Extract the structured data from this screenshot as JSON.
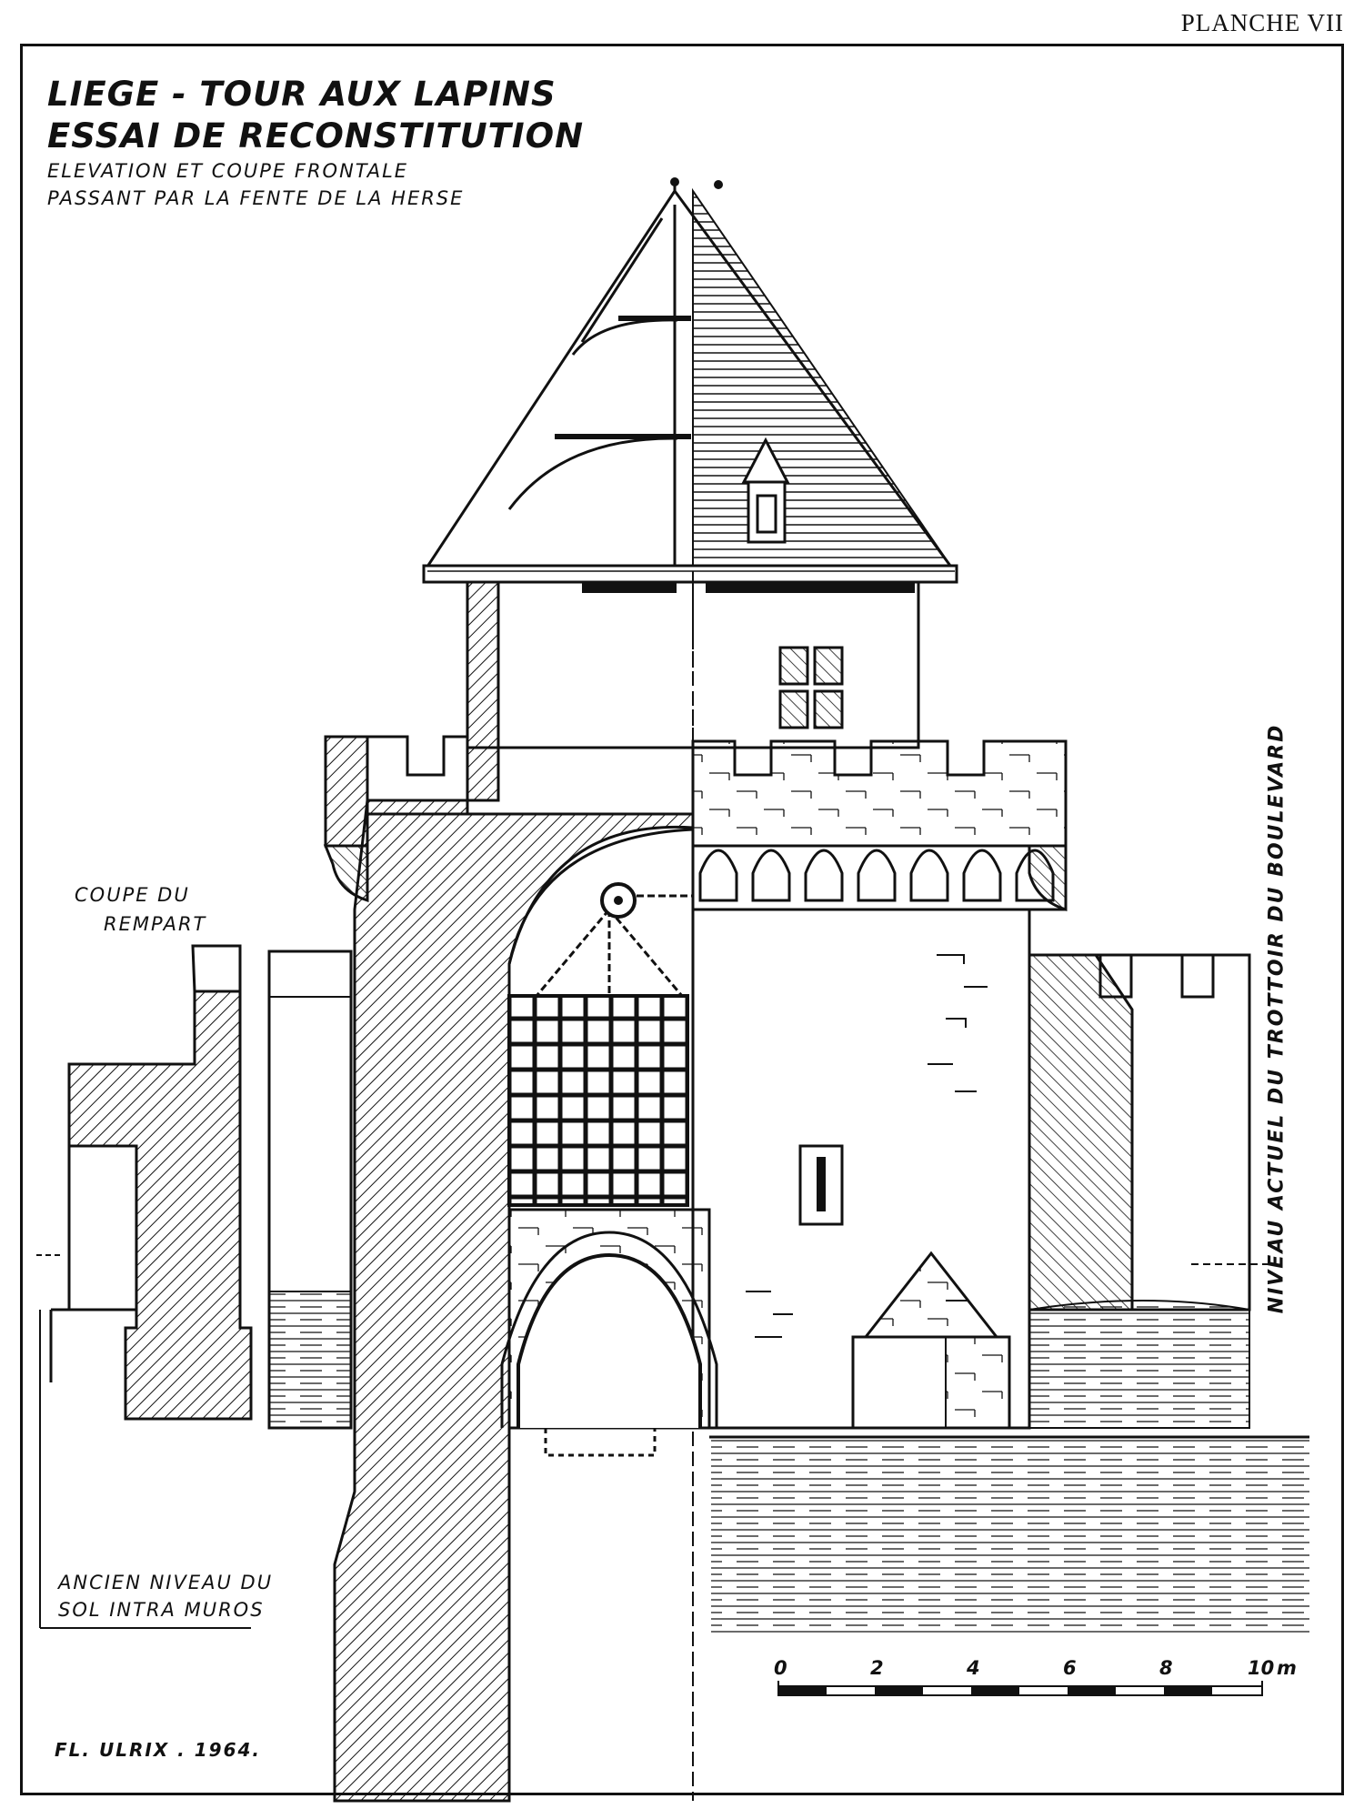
{
  "plate": {
    "label": "PLANCHE VII"
  },
  "title": {
    "line1": "LIEGE - TOUR AUX LAPINS",
    "line2": "ESSAI DE RECONSTITUTION",
    "line3": "ELEVATION ET COUPE FRONTALE",
    "line4": "PASSANT PAR LA FENTE DE LA HERSE"
  },
  "labels": {
    "coupe_line1": "COUPE DU",
    "coupe_line2": "REMPART",
    "ancien_line1": "ANCIEN NIVEAU DU",
    "ancien_line2": "SOL INTRA MUROS",
    "niveau_actuel": "NIVEAU ACTUEL DU TROTTOIR DU BOULEVARD"
  },
  "scale": {
    "ticks": [
      "0",
      "2",
      "4",
      "6",
      "8",
      "10"
    ],
    "unit": "m"
  },
  "author": "FL. ULRIX . 1964."
}
